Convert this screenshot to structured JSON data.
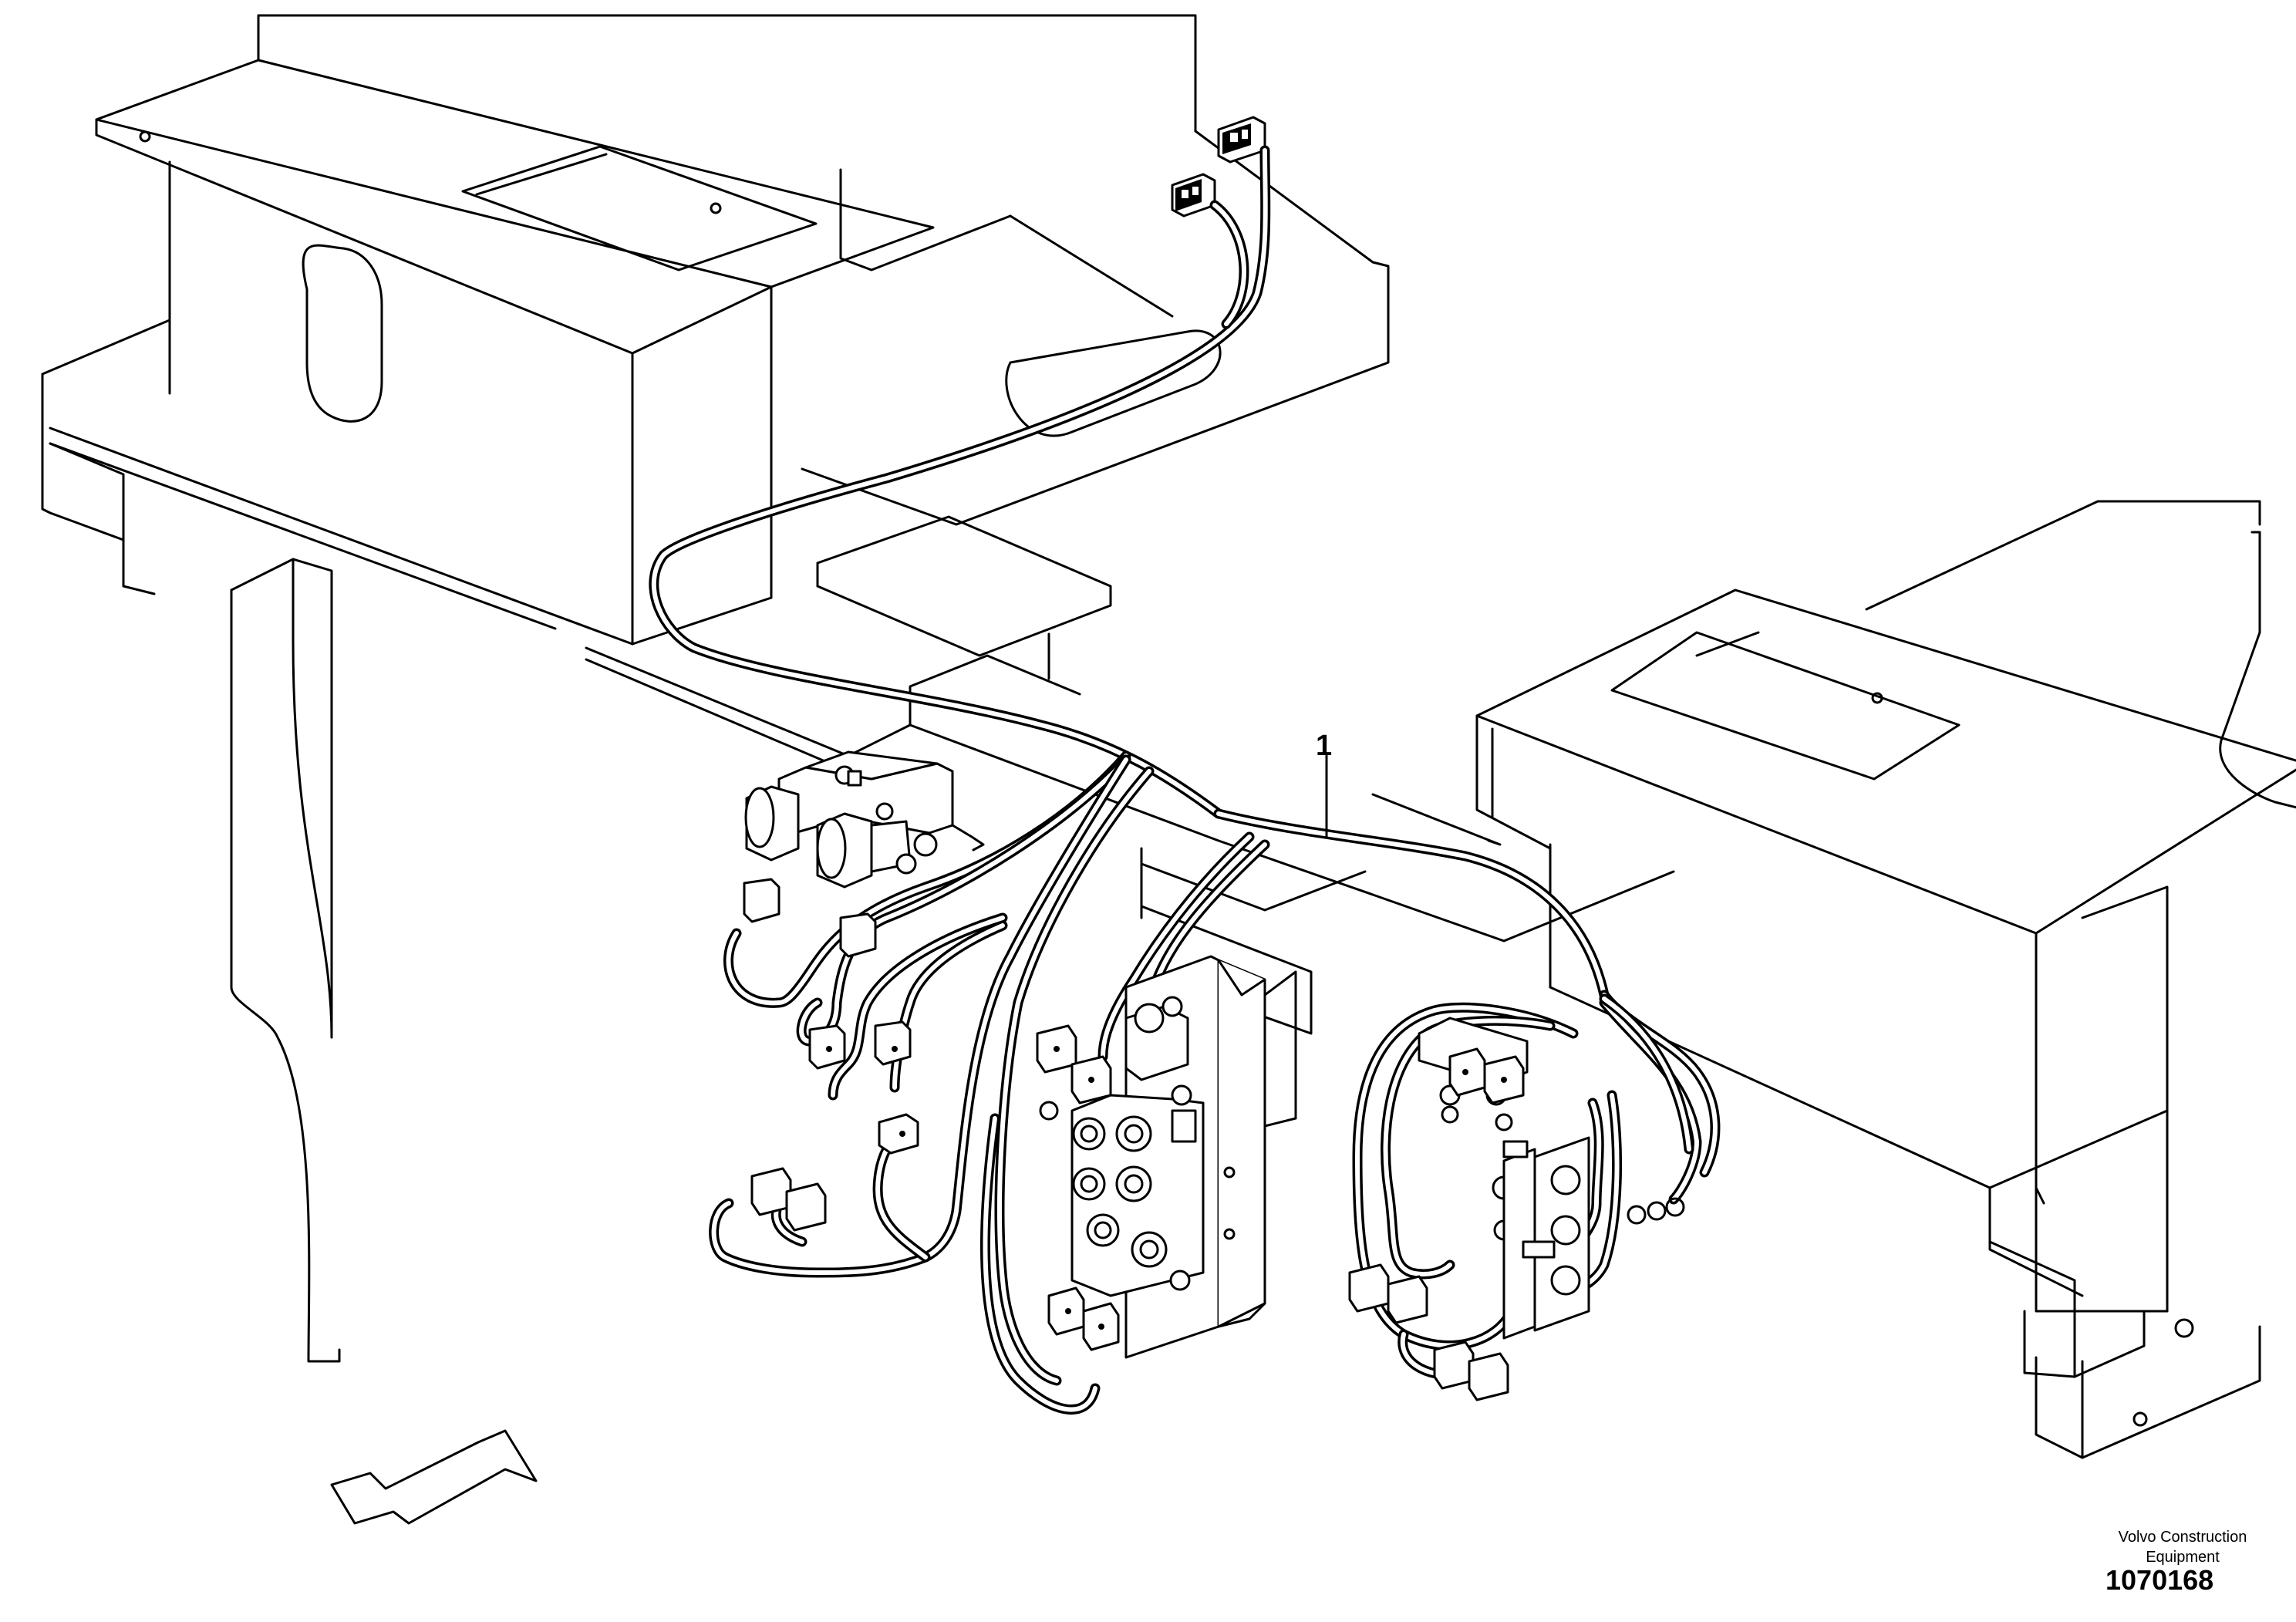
{
  "diagram": {
    "callouts": [
      {
        "id": "1",
        "text": "1"
      }
    ],
    "footer": {
      "brand_line1": "Volvo Construction",
      "brand_line2": "Equipment",
      "drawing_number": "1070168"
    },
    "icons": [
      "direction-arrow-icon",
      "connector-icon",
      "solenoid-valve-icon",
      "control-valve-icon"
    ]
  }
}
